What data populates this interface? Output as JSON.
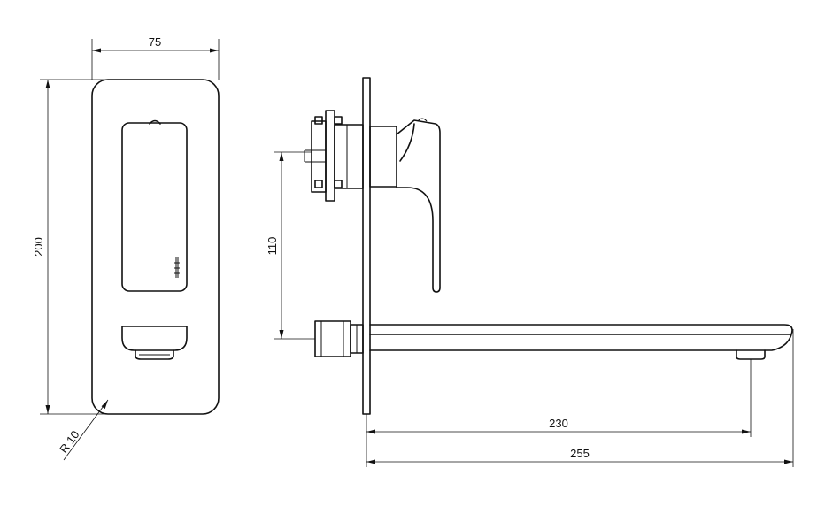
{
  "dimensions": {
    "front_width": "75",
    "front_height": "200",
    "corner_radius": "R 10",
    "handle_height": "110",
    "spout_reach": "230",
    "overall_length": "255"
  },
  "colors": {
    "line": "#111111",
    "background": "#ffffff"
  }
}
